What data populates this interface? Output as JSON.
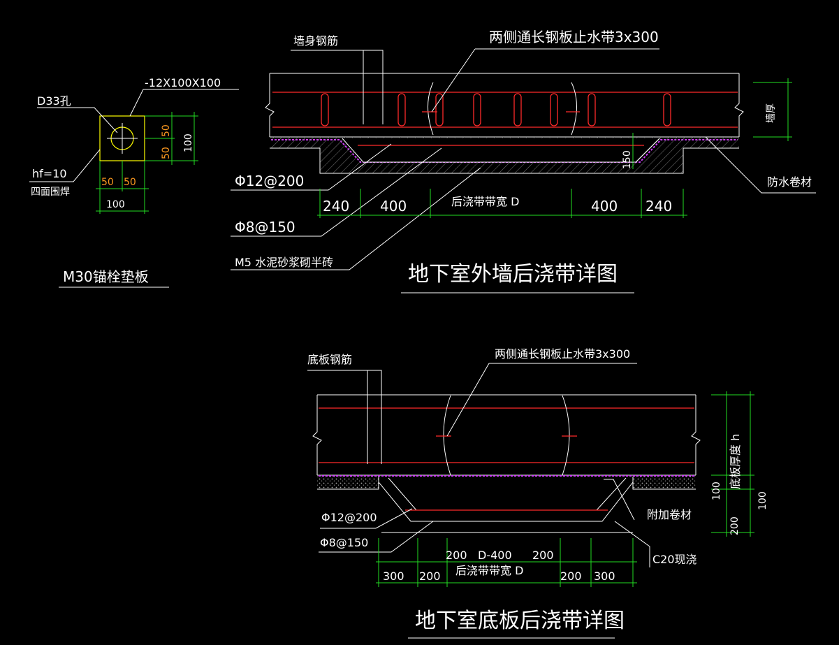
{
  "colors": {
    "background": "#000000",
    "text": "#ffffff",
    "rebar": "#ff2a2a",
    "dimension": "#22dd22",
    "plate": "#ffff00",
    "membrane": "#d23bff",
    "dim_text_orange": "#ff9a1f",
    "leader_cyan": "#00e5ff"
  },
  "anchor_plate": {
    "title": "M30锚栓垫板",
    "plate_spec": "-12X100X100",
    "hole_label": "D33孔",
    "weld_size": "hf=10",
    "weld_note": "四面围焊",
    "dim_h1": "50",
    "dim_h2": "50",
    "dim_h_total": "100",
    "dim_v1": "50",
    "dim_v2": "50",
    "dim_v_total": "100"
  },
  "wall_detail": {
    "title": "地下室外墙后浇带详图",
    "rebar_label": "墙身钢筋",
    "waterstop_label": "两侧通长钢板止水带3x300",
    "waterproof_label": "防水卷材",
    "thickness_label": "墙厚",
    "main_bar": "Φ12@200",
    "dist_bar": "Φ8@150",
    "brick_label": "M5 水泥砂浆砌半砖",
    "dim_150": "150",
    "dims": [
      "240",
      "400",
      "后浇带带宽 D",
      "400",
      "240"
    ]
  },
  "slab_detail": {
    "title": "地下室底板后浇带详图",
    "rebar_label": "底板钢筋",
    "waterstop_label": "两侧通长钢板止水带3x300",
    "extra_membrane_label": "附加卷材",
    "concrete_label": "C20现浇",
    "thickness_label": "底板厚度 h",
    "main_bar": "Φ12@200",
    "dist_bar": "Φ8@150",
    "dim_100a": "100",
    "dim_100b": "100",
    "dim_200": "200",
    "top_dims": [
      "200",
      "D-400",
      "200"
    ],
    "bottom_dims": [
      "300",
      "200",
      "后浇带带宽 D",
      "200",
      "300"
    ]
  }
}
